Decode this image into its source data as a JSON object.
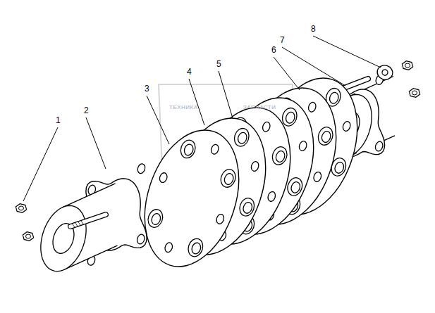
{
  "diagram": {
    "labels": [
      "1",
      "2",
      "3",
      "4",
      "5",
      "6",
      "7",
      "8",
      "ТЕХНИКА",
      "ЗАПЧАСТИ"
    ]
  }
}
